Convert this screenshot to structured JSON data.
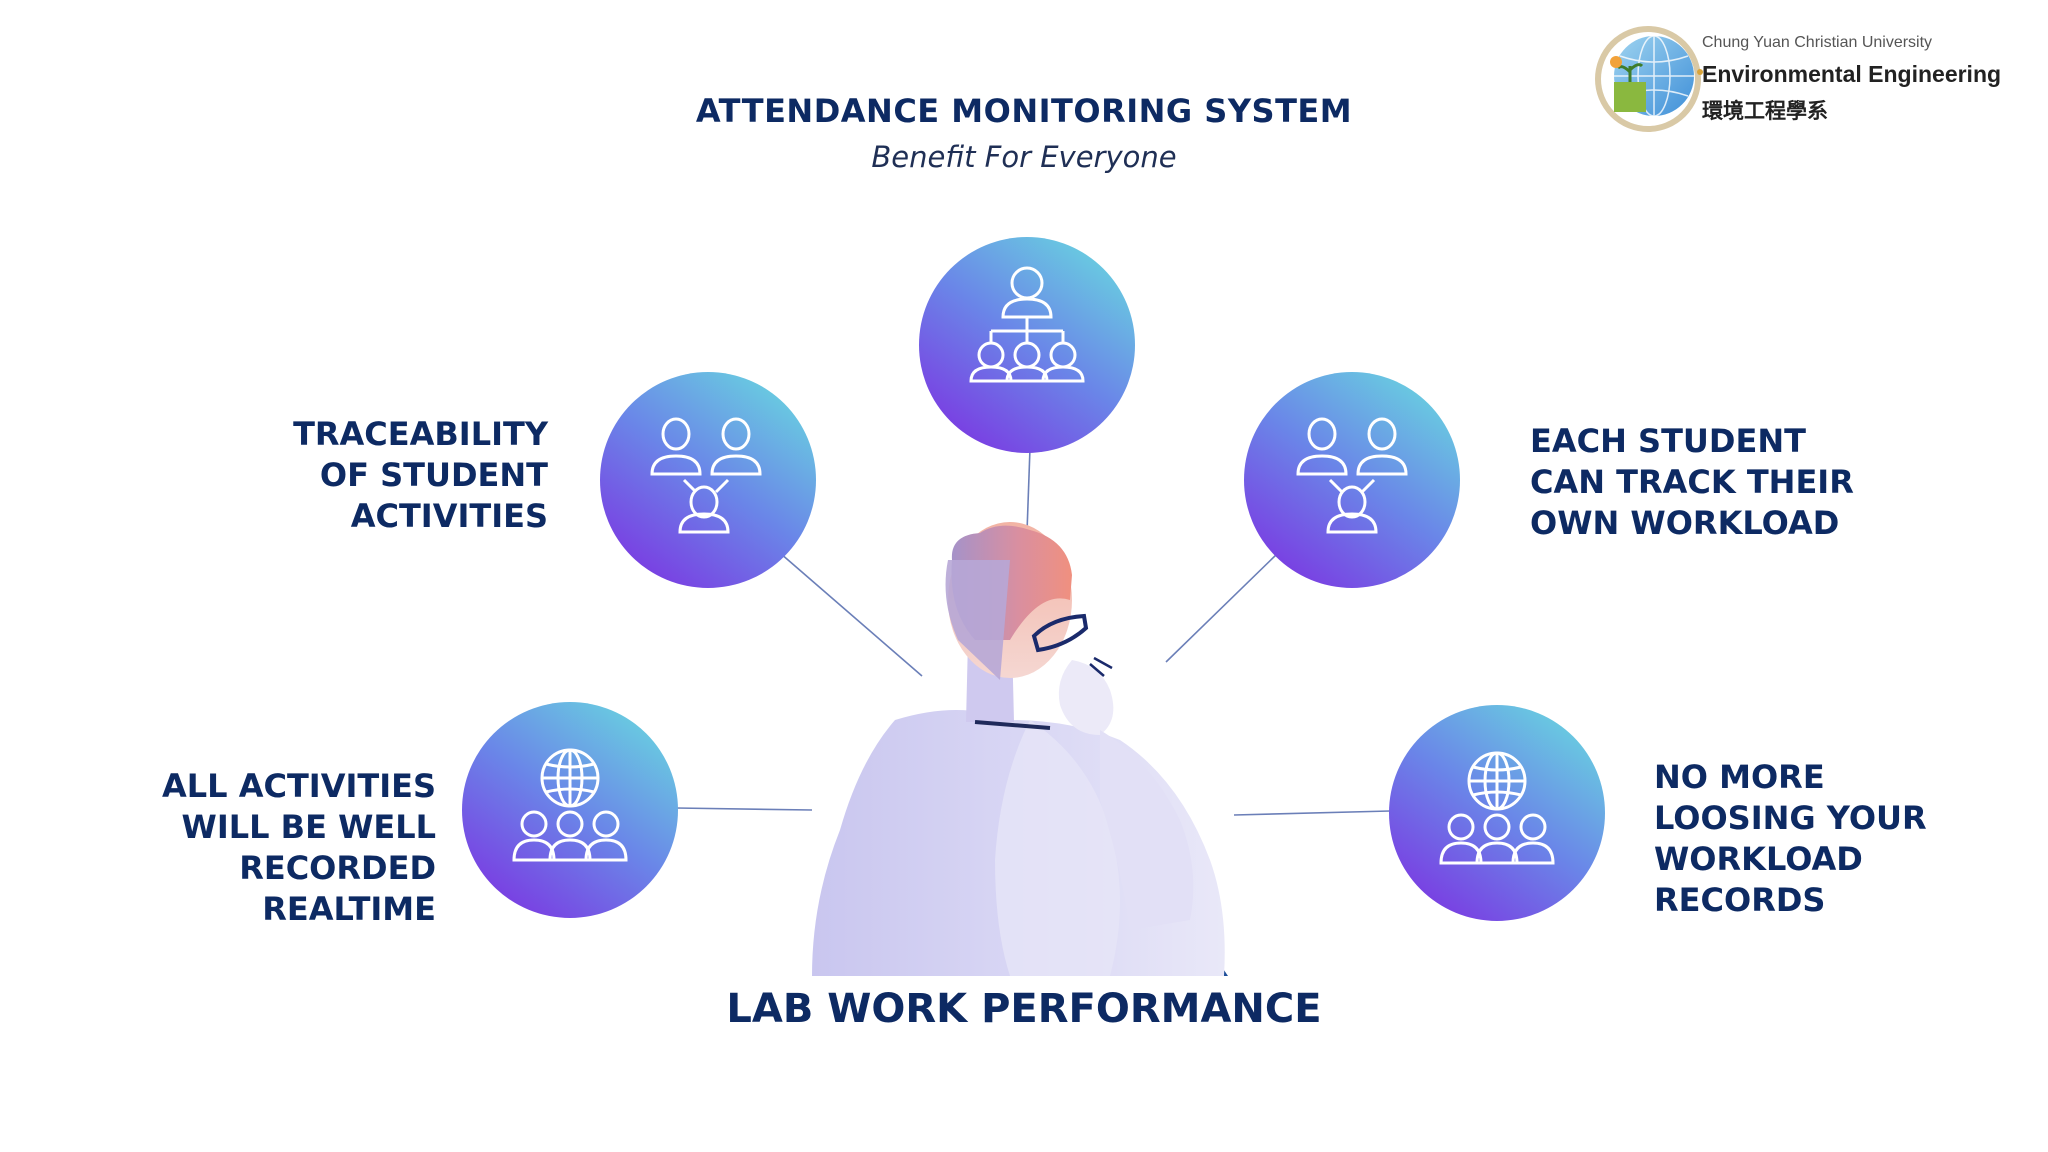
{
  "header": {
    "title": "ATTENDANCE MONITORING SYSTEM",
    "subtitle": "Benefit For Everyone"
  },
  "logo": {
    "line1": "Chung Yuan Christian University",
    "line2": "Environmental Engineering",
    "line3": "環境工程學系"
  },
  "benefits": {
    "traceability": [
      "TRACEABILITY",
      "OF STUDENT",
      "ACTIVITIES"
    ],
    "recorded": [
      "ALL ACTIVITIES",
      "WILL BE WELL",
      "RECORDED",
      "REALTIME"
    ],
    "track": [
      "EACH STUDENT",
      "CAN TRACK THEIR",
      "OWN WORKLOAD"
    ],
    "records": [
      "NO MORE",
      "LOOSING YOUR",
      "WORKLOAD",
      "RECORDS"
    ]
  },
  "center": {
    "label": "LAB WORK PERFORMANCE"
  },
  "colors": {
    "text": "#0d2a63",
    "circle_top": "#66c9de",
    "circle_bottom": "#7a3fe0"
  },
  "icons": {
    "top": "hierarchy-icon",
    "left_upper": "group-network-icon",
    "right_upper": "group-network-icon",
    "left_lower": "globe-people-icon",
    "right_lower": "globe-people-icon"
  }
}
